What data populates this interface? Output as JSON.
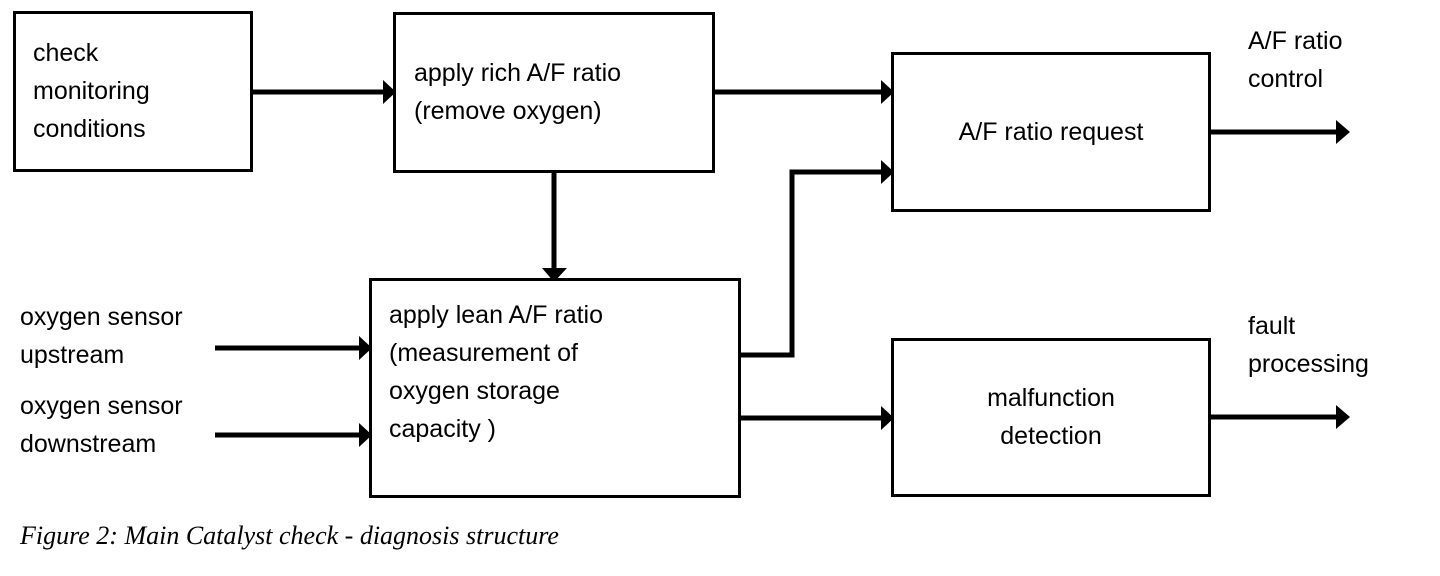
{
  "figure": {
    "caption": "Figure 2: Main Catalyst check - diagnosis structure"
  },
  "nodes": {
    "check_monitoring": {
      "label_lines": [
        "check",
        "monitoring",
        "conditions"
      ],
      "line1": "check",
      "line2": "monitoring",
      "line3": "conditions"
    },
    "apply_rich": {
      "line1": "apply rich A/F ratio",
      "line2": "(remove oxygen)"
    },
    "apply_lean": {
      "line1": "apply lean A/F ratio",
      "line2": "(measurement of",
      "line3": "oxygen storage",
      "line4": "capacity )"
    },
    "af_ratio_request": {
      "label": "A/F ratio request"
    },
    "malfunction_detection": {
      "line1": "malfunction",
      "line2": "detection"
    }
  },
  "input_labels": {
    "oxygen_sensor_upstream": {
      "line1": "oxygen sensor",
      "line2": "upstream"
    },
    "oxygen_sensor_downstream": {
      "line1": "oxygen sensor",
      "line2": "downstream"
    }
  },
  "output_labels": {
    "af_ratio_control": {
      "line1": "A/F ratio",
      "line2": "control"
    },
    "fault_processing": {
      "line1": "fault",
      "line2": "processing"
    }
  },
  "colors": {
    "stroke": "#000000",
    "background": "#ffffff",
    "text": "#000000"
  }
}
